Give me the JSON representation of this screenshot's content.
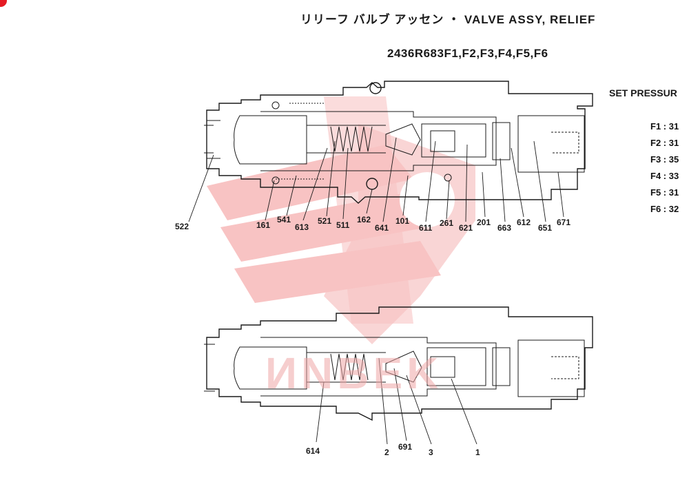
{
  "header": {
    "title": "リリーフ バルブ アッセン ・ VALVE ASSY, RELIEF",
    "model": "2436R683F1,F2,F3,F4,F5,F6",
    "set_pressure_label": "SET PRESSUR"
  },
  "pressures": [
    "F1 : 31",
    "F2 : 31",
    "F3 : 35",
    "F4 : 33",
    "F5 : 31",
    "F6 : 32"
  ],
  "callouts_top": [
    "522",
    "161",
    "541",
    "613",
    "521",
    "511",
    "162",
    "641",
    "101",
    "611",
    "261",
    "621",
    "201",
    "663",
    "612",
    "651",
    "671"
  ],
  "callouts_bottom": [
    "614",
    "2",
    "691",
    "3",
    "1"
  ],
  "watermark": {
    "text": "ИNBEK",
    "color": "#f0a7a7"
  },
  "colors": {
    "line": "#1a1a1a",
    "watermark": "#f7b9b9",
    "corner_badge": "#e51b24"
  }
}
